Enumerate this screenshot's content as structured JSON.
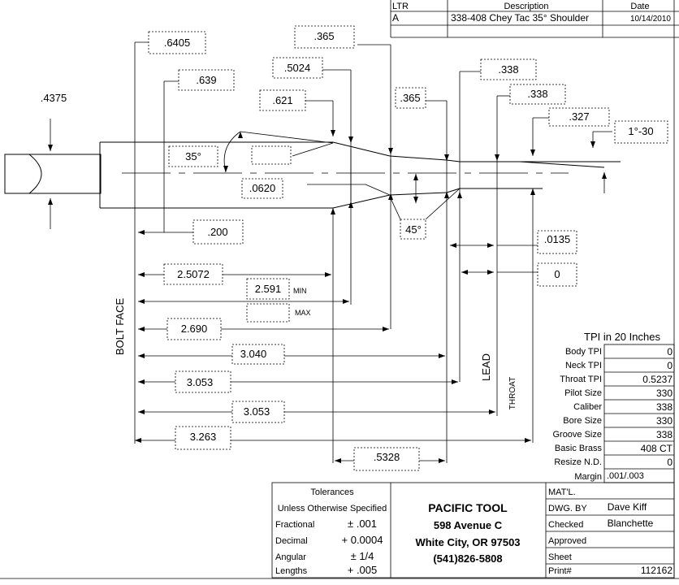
{
  "revision_table": {
    "headers": {
      "ltr": "LTR",
      "description": "Description",
      "date": "Date"
    },
    "row": {
      "ltr": "A",
      "description": "338-408 Chey Tac 35° Shoulder",
      "date": "10/14/2010"
    }
  },
  "dimensions": {
    "d_6405": ".6405",
    "d_365_top": ".365",
    "d_5024": ".5024",
    "d_639": ".639",
    "d_621": ".621",
    "d_4375": ".4375",
    "d_365_mid": ".365",
    "d_338_a": ".338",
    "d_338_b": ".338",
    "d_327": ".327",
    "d_1_30": "1°-30",
    "d_35deg": "35°",
    "d_0620": ".0620",
    "d_45deg": "45°",
    "d_200": ".200",
    "d_0135": ".0135",
    "d_0": "0",
    "d_25072": "2.5072",
    "d_2591": "2.591",
    "min_label": "MIN",
    "max_label": "MAX",
    "d_2690": "2.690",
    "d_3040": "3.040",
    "d_3053_a": "3.053",
    "d_3053_b": "3.053",
    "d_3263": "3.263",
    "d_5328": ".5328"
  },
  "labels": {
    "bolt_face": "BOLT FACE",
    "lead": "LEAD",
    "throat": "THROAT"
  },
  "tpi_table": {
    "title": "TPI in 20 Inches",
    "rows": [
      {
        "label": "Body TPI",
        "value": "0"
      },
      {
        "label": "Neck TPI",
        "value": "0"
      },
      {
        "label": "Throat TPI",
        "value": "0.5237"
      },
      {
        "label": "Pilot Size",
        "value": "330"
      },
      {
        "label": "Caliber",
        "value": "338"
      },
      {
        "label": "Bore Size",
        "value": "330"
      },
      {
        "label": "Groove Size",
        "value": "338"
      },
      {
        "label": "Basic Brass",
        "value": "408 CT"
      },
      {
        "label": "Resize N.D.",
        "value": "0"
      }
    ],
    "margin_label": "Margin",
    "margin_value": ".001/.003"
  },
  "tolerances": {
    "title": "Tolerances",
    "subtitle": "Unless Otherwise Specified",
    "rows": [
      {
        "label": "Fractional",
        "value": "± .001"
      },
      {
        "label": "Decimal",
        "value": "+ 0.0004"
      },
      {
        "label": "Angular",
        "value": "± 1/4"
      },
      {
        "label": "Lengths",
        "value": "+ .005"
      }
    ]
  },
  "company": {
    "name": "PACIFIC TOOL",
    "address": "598 Avenue C",
    "city": "White City, OR 97503",
    "phone": "(541)826-5808"
  },
  "title_block": {
    "matl_label": "MAT'L.",
    "dwg_by_label": "DWG. BY",
    "dwg_by_value": "Dave Kiff",
    "checked_label": "Checked",
    "checked_value": "Blanchette",
    "approved_label": "Approved",
    "sheet_label": "Sheet",
    "print_label": "Print#",
    "print_value": "112162"
  }
}
